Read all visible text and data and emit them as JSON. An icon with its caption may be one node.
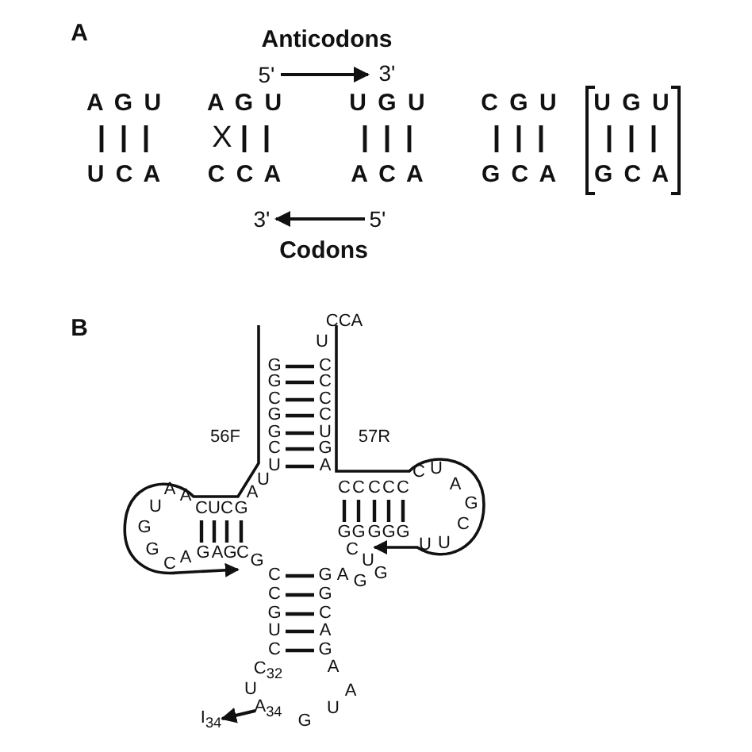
{
  "diagram": {
    "nodes": [
      {
        "text": [
          "A$_{34}$"
        ]
      },
      {
        "text": [
          "I$_{34}$"
        ]
      }
    ],
    "edges": [
      {
        "from": 0,
        "to": 1,
        "arrow": "to"
      }
    ],
    "labels": [
      "A",
      "Anticodons",
      "5'",
      "3'",
      "A G U",
      "U C A",
      "A G U",
      "X",
      "C C A",
      "U G U",
      "A C A",
      "C G U",
      "G C A",
      "U G U",
      "G C A",
      "3'",
      "5'",
      "Codons",
      "B",
      "CCA",
      "U",
      "G",
      "C",
      "G",
      "C",
      "C",
      "C",
      "G",
      "C",
      "56F",
      "G",
      "U",
      "57R",
      "C",
      "G",
      "U",
      "A",
      "C",
      "U",
      "A",
      "A",
      "A",
      "U",
      "C",
      "C",
      "C",
      "C",
      "C",
      "A",
      "U",
      "C",
      "U",
      "C",
      "G",
      "G",
      "G",
      "G",
      "G",
      "G",
      "G",
      "G",
      "C",
      "G",
      "C",
      "A",
      "G",
      "A",
      "G",
      "C",
      "G",
      "C",
      "U",
      "U",
      "U",
      "C",
      "G",
      "A",
      "G",
      "G",
      "C",
      "G",
      "G",
      "C",
      "U",
      "A",
      "C",
      "G",
      "C$_{32}$",
      "A",
      "U",
      "A",
      "U",
      "G"
    ]
  }
}
